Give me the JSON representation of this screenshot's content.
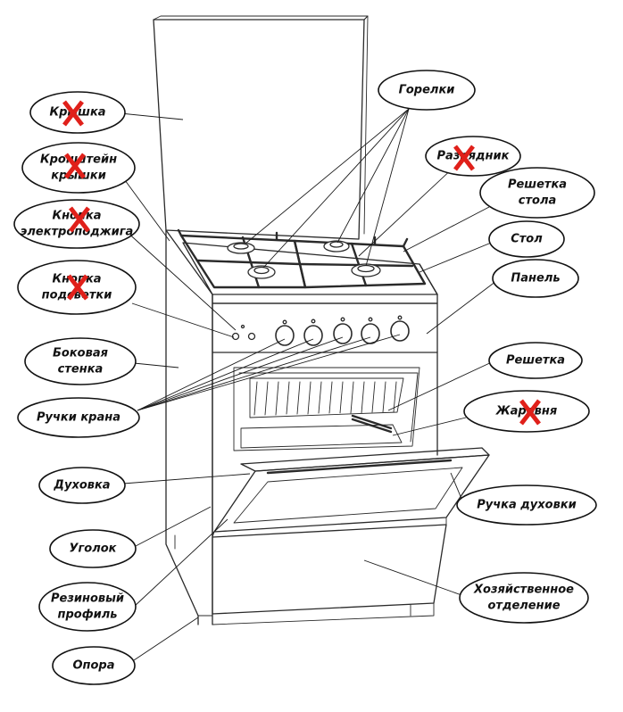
{
  "callouts": [
    {
      "id": "kryshka",
      "lines": [
        "Крышка"
      ],
      "crossed": true
    },
    {
      "id": "kronshtein",
      "lines": [
        "Кронштейн",
        "крышки"
      ],
      "crossed": true
    },
    {
      "id": "knopka-elektro",
      "lines": [
        "Кнопка",
        "электроподжига"
      ],
      "crossed": true
    },
    {
      "id": "knopka-podsvetki",
      "lines": [
        "Кнопка",
        "подсветки"
      ],
      "crossed": true
    },
    {
      "id": "bokovaya",
      "lines": [
        "Боковая",
        "стенка"
      ],
      "crossed": false
    },
    {
      "id": "ruchki-krana",
      "lines": [
        "Ручки крана"
      ],
      "crossed": false
    },
    {
      "id": "duhovka",
      "lines": [
        "Духовка"
      ],
      "crossed": false
    },
    {
      "id": "ugolok",
      "lines": [
        "Уголок"
      ],
      "crossed": false
    },
    {
      "id": "rezinovyi",
      "lines": [
        "Резиновый",
        "профиль"
      ],
      "crossed": false
    },
    {
      "id": "opora",
      "lines": [
        "Опора"
      ],
      "crossed": false
    },
    {
      "id": "gorelki",
      "lines": [
        "Горелки"
      ],
      "crossed": false
    },
    {
      "id": "razryadnik",
      "lines": [
        "Разрядник"
      ],
      "crossed": true
    },
    {
      "id": "reshetka-stola",
      "lines": [
        "Решетка",
        "стола"
      ],
      "crossed": false
    },
    {
      "id": "stol",
      "lines": [
        "Стол"
      ],
      "crossed": false
    },
    {
      "id": "panel",
      "lines": [
        "Панель"
      ],
      "crossed": false
    },
    {
      "id": "reshetka",
      "lines": [
        "Решетка"
      ],
      "crossed": false
    },
    {
      "id": "zharovnya",
      "lines": [
        "Жаровня"
      ],
      "crossed": true
    },
    {
      "id": "ruchka-duhovki",
      "lines": [
        "Ручка духовки"
      ],
      "crossed": false
    },
    {
      "id": "hoz-otdelenie",
      "lines": [
        "Хозяйственное",
        "отделение"
      ],
      "crossed": false
    }
  ],
  "colors": {
    "cross_mark": "#e0201a",
    "outline": "#111111"
  }
}
